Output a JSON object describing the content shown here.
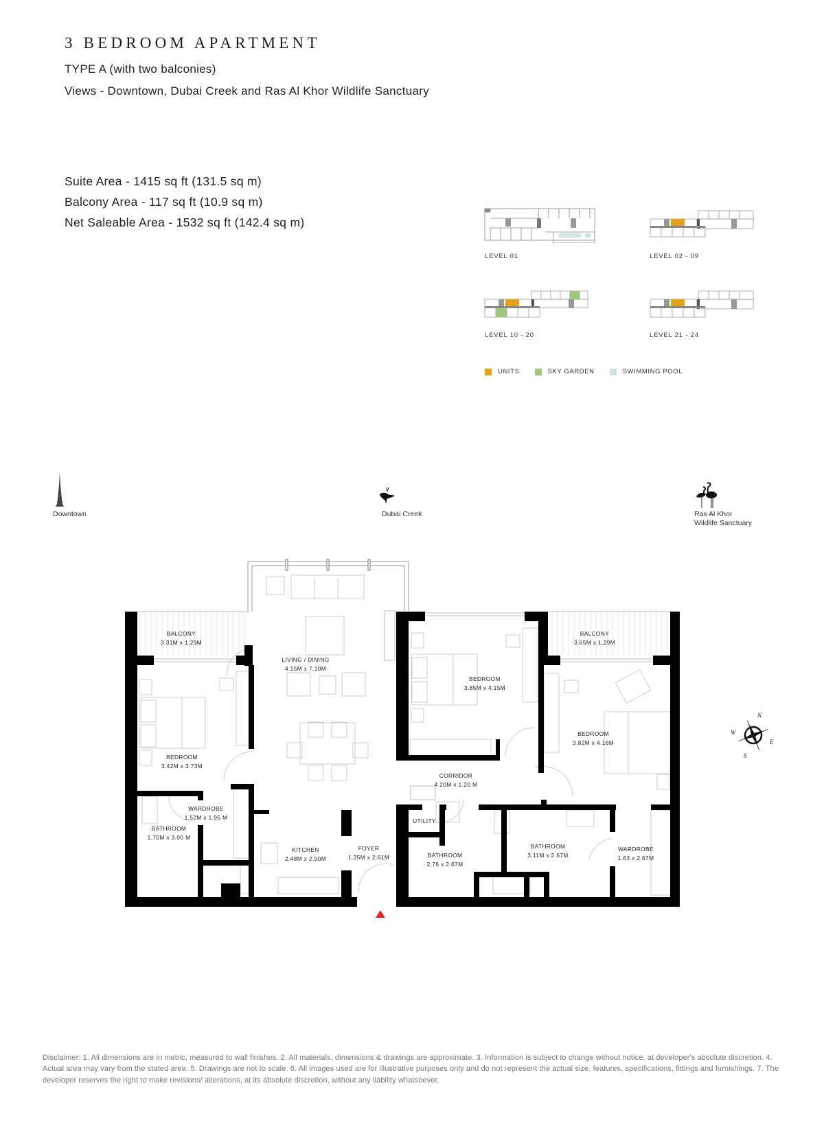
{
  "header": {
    "title": "3 BEDROOM APARTMENT",
    "type": "TYPE A (with two balconies)",
    "views": "Views - Downtown, Dubai Creek and Ras Al Khor Wildlife Sanctuary"
  },
  "areas": {
    "suite": "Suite Area - 1415 sq ft (131.5 sq m)",
    "balcony": "Balcony Area - 117 sq ft (10.9 sq m)",
    "net_saleable": "Net Saleable Area - 1532 sq ft (142.4 sq m)"
  },
  "key_plans": [
    {
      "label": "LEVEL 01"
    },
    {
      "label": "LEVEL 02 - 09"
    },
    {
      "label": "LEVEL 10 - 20"
    },
    {
      "label": "LEVEL 21 - 24"
    }
  ],
  "legend": [
    {
      "label": "UNITS",
      "color": "#E3A21A"
    },
    {
      "label": "SKY GARDEN",
      "color": "#9CC97A"
    },
    {
      "label": "SWIMMING POOL",
      "color": "#CFE3E6"
    }
  ],
  "landmarks": {
    "downtown": {
      "line1": "Downtown",
      "icon": "burj-khalifa-icon"
    },
    "creek": {
      "line1": "Dubai Creek",
      "icon": "heron-icon"
    },
    "ras_al_khor": {
      "line1": "Ras Al Khor",
      "line2": "Wildlife Sanctuary",
      "icon": "flamingo-icon"
    }
  },
  "compass": {
    "n": "N",
    "e": "E",
    "s": "S",
    "w": "W"
  },
  "rooms": [
    {
      "name": "BALCONY",
      "dims": "3.31M x 1.29M"
    },
    {
      "name": "LIVING / DINING",
      "dims": "4.15M x 7.10M"
    },
    {
      "name": "BEDROOM",
      "dims": "3.85M x 4.15M"
    },
    {
      "name": "BALCONY",
      "dims": "3.65M x 1.29M"
    },
    {
      "name": "BEDROOM",
      "dims": "3.82M x 4.16M"
    },
    {
      "name": "BEDROOM",
      "dims": "3.42M x 3.73M"
    },
    {
      "name": "CORRIDOR",
      "dims": "4.20M x 1.20 M"
    },
    {
      "name": "WARDROBE",
      "dims": "1.52M x 1.95 M"
    },
    {
      "name": "BATHROOM",
      "dims": "1.70M x 3.00 M"
    },
    {
      "name": "KITCHEN",
      "dims": "2.48M x 2.50M"
    },
    {
      "name": "FOYER",
      "dims": "1.35M x 2.61M"
    },
    {
      "name": "UTILITY",
      "dims": ""
    },
    {
      "name": "BATHROOM",
      "dims": "2.76 x 2.67M"
    },
    {
      "name": "BATHROOM",
      "dims": "3.11M x 2.67M"
    },
    {
      "name": "WARDROBE",
      "dims": "1.63 x 2.67M"
    }
  ],
  "colors": {
    "wall": "#000000",
    "entrance_marker": "#E02424",
    "unit": "#E3A21A",
    "sky_garden": "#9CC97A",
    "pool": "#CFE3E6"
  },
  "disclaimer": "Disclaimer: 1. All dimensions are in metric, measured to wall finishes. 2. All materials, dimensions & drawings are approximate. 3. Information is subject to change without notice, at developer's absolute discretion. 4. Actual area may vary from the stated area. 5. Drawings are not to scale. 6. All images used are for illustrative purposes only and do not represent the actual size, features, specifications, fittings and furnishings. 7. The developer reserves the right to make revisions/ alterations, at its absolute discretion, without any liability whatsoever."
}
